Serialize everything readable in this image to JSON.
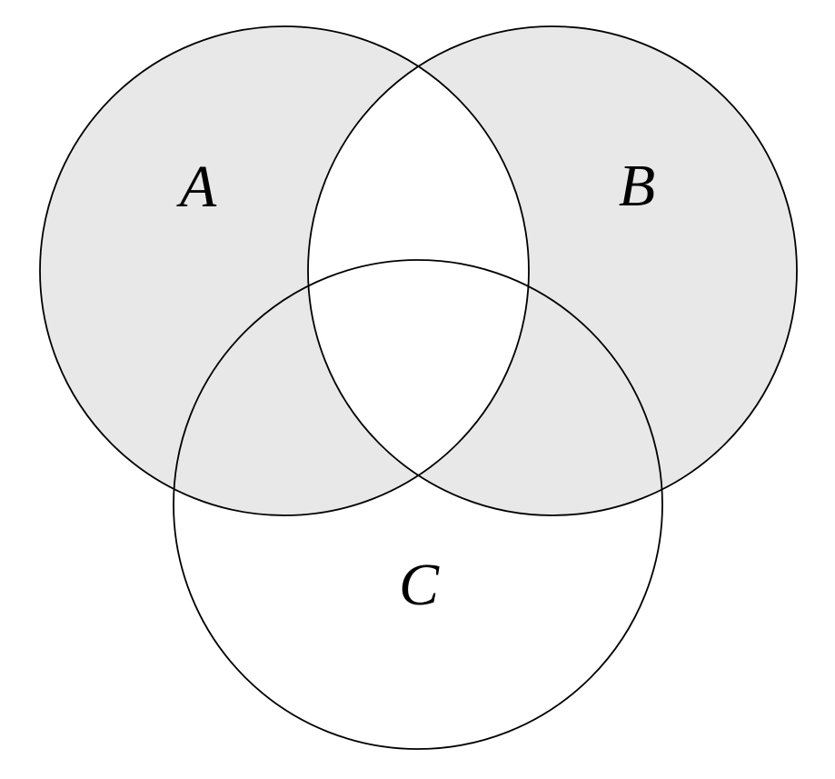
{
  "figure": {
    "type": "venn-diagram",
    "sets": [
      {
        "label": "A"
      },
      {
        "label": "B"
      },
      {
        "label": "C"
      }
    ],
    "shaded_set": "(A ∪ B) − (A ∩ B)",
    "shaded_regions": [
      "A only",
      "B only",
      "A∩C without B",
      "B∩C without A"
    ],
    "unshaded_regions": [
      "A∩B without C",
      "A∩B∩C",
      "C only",
      "outside"
    ],
    "colors": {
      "shaded_fill": "#e8e8e8",
      "unshaded_fill": "#ffffff",
      "stroke": "#000000",
      "background": "#ffffff"
    }
  }
}
